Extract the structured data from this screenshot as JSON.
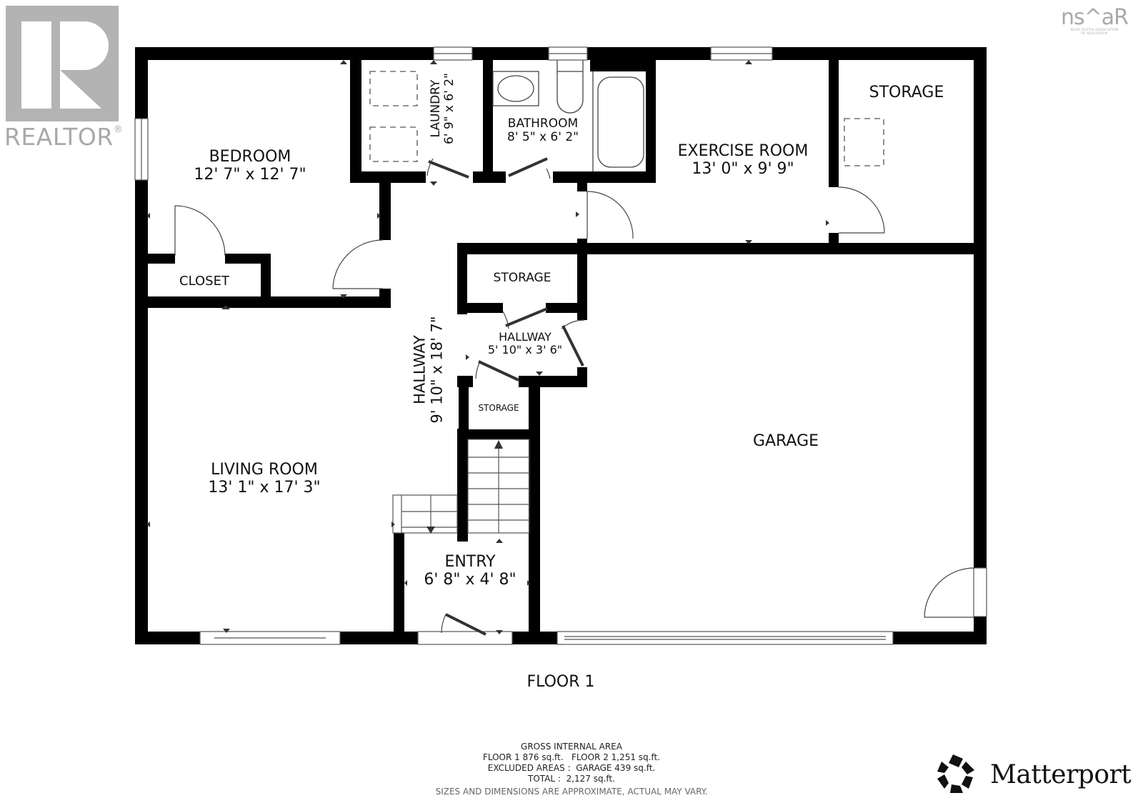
{
  "logos": {
    "realtor": {
      "text": "REALTOR",
      "mark": "®",
      "color": "#b3b3b3"
    },
    "nsar": {
      "text": "ns^aR",
      "subtext_line1": "NOVA SCOTIA ASSOCIATION",
      "subtext_line2": "OF REALTORS®",
      "color": "#a9a9a9"
    },
    "matterport": {
      "text": "Matterport"
    }
  },
  "plan": {
    "wall_color": "#000000",
    "line_color": "#444444",
    "floor_label": "FLOOR 1",
    "rooms": [
      {
        "id": "bedroom",
        "name": "BEDROOM",
        "dimensions": "12' 7\" x 12' 7\""
      },
      {
        "id": "closet",
        "name": "CLOSET",
        "dimensions": ""
      },
      {
        "id": "laundry",
        "name": "LAUNDRY",
        "dimensions": "6' 9\" x 6' 2\""
      },
      {
        "id": "bathroom",
        "name": "BATHROOM",
        "dimensions": "8' 5\" x 6' 2\""
      },
      {
        "id": "exercise_room",
        "name": "EXERCISE ROOM",
        "dimensions": "13' 0\" x 9' 9\""
      },
      {
        "id": "storage_ne",
        "name": "STORAGE",
        "dimensions": ""
      },
      {
        "id": "storage_mid",
        "name": "STORAGE",
        "dimensions": ""
      },
      {
        "id": "hallway_small",
        "name": "HALLWAY",
        "dimensions": "5' 10\" x 3' 6\""
      },
      {
        "id": "hallway_main",
        "name": "HALLWAY",
        "dimensions": "9' 10\" x 18' 7\""
      },
      {
        "id": "storage_small",
        "name": "STORAGE",
        "dimensions": ""
      },
      {
        "id": "living_room",
        "name": "LIVING ROOM",
        "dimensions": "13' 1\" x 17' 3\""
      },
      {
        "id": "entry",
        "name": "ENTRY",
        "dimensions": "6' 8\" x 4' 8\""
      },
      {
        "id": "garage",
        "name": "GARAGE",
        "dimensions": ""
      }
    ]
  },
  "summary": {
    "title": "GROSS INTERNAL AREA",
    "floors_line": "FLOOR 1 876 sq.ft.   FLOOR 2 1,251 sq.ft.",
    "excluded_line": "EXCLUDED AREAS :  GARAGE 439 sq.ft.",
    "total_line": "TOTAL :  2,127 sq.ft.",
    "disclaimer": "SIZES AND DIMENSIONS ARE APPROXIMATE, ACTUAL MAY VARY."
  }
}
